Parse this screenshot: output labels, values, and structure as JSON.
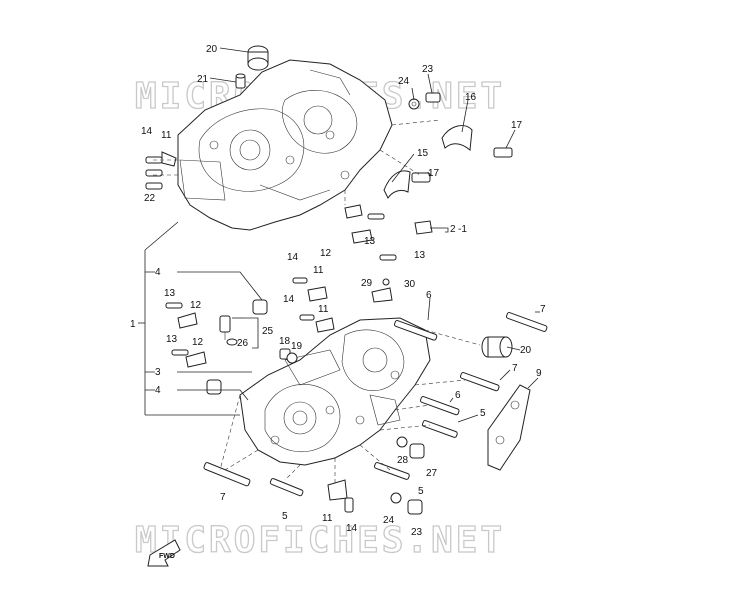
{
  "watermark": "MICROFICHES.NET",
  "fwd_label": "FWD",
  "callouts": {
    "c20a": "20",
    "c21": "21",
    "c24a": "24",
    "c23a": "23",
    "c16": "16",
    "c14a": "14",
    "c11a": "11",
    "c17a": "17",
    "c15": "15",
    "c17b": "17",
    "c22": "22",
    "c13a": "13",
    "c12a": "12",
    "c2": "2",
    "c2suffix": "-1",
    "c13b": "13",
    "c4a": "4",
    "c14b": "14",
    "c11b": "11",
    "c29": "29",
    "c30": "30",
    "c6a": "6",
    "c13c": "13",
    "c12b": "12",
    "c14c": "14",
    "c11c": "11",
    "c7a": "7",
    "c1": "1",
    "c25": "25",
    "c26": "26",
    "c13d": "13",
    "c12c": "12",
    "c18": "18",
    "c19": "19",
    "c20b": "20",
    "c3": "3",
    "c7b": "7",
    "c9": "9",
    "c4b": "4",
    "c6b": "6",
    "c5a": "5",
    "c28": "28",
    "c27": "27",
    "c5b": "5",
    "c7c": "7",
    "c5c": "5",
    "c11d": "11",
    "c24b": "24",
    "c14d": "14",
    "c23b": "23"
  }
}
